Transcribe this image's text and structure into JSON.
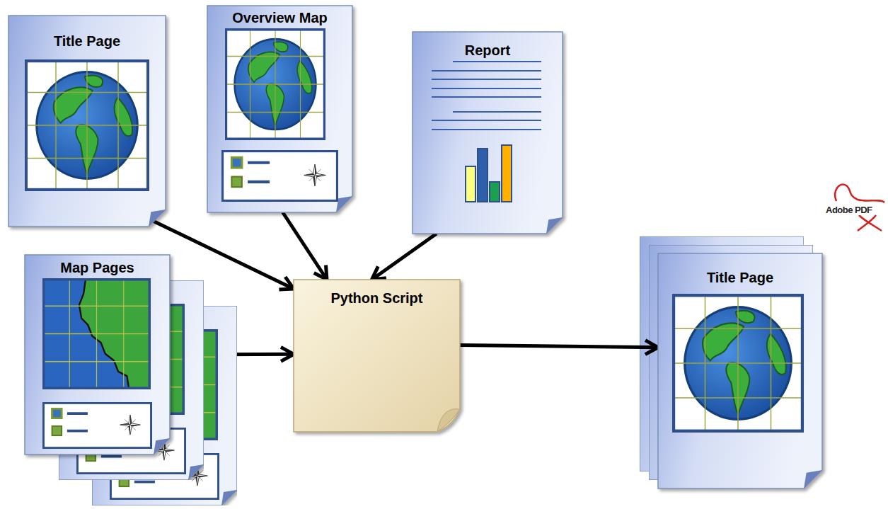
{
  "diagram": {
    "nodes": [
      {
        "text": [
          "Title Page"
        ]
      },
      {
        "text": [
          "Overview Map"
        ]
      },
      {
        "text": [
          "Report"
        ]
      },
      {
        "text": [
          "Map Pages"
        ]
      },
      {
        "text": [
          "Python Script"
        ]
      },
      {
        "text": [
          "Title Page"
        ]
      }
    ],
    "edges": [
      {
        "from": 0,
        "to": 4,
        "arrow": "to"
      },
      {
        "from": 1,
        "to": 4,
        "arrow": "to"
      },
      {
        "from": 2,
        "to": 4,
        "arrow": "to"
      },
      {
        "from": 3,
        "to": 4,
        "arrow": "to"
      },
      {
        "from": 4,
        "to": 5,
        "arrow": "to"
      }
    ],
    "labels": [
      "Adobe PDF"
    ]
  }
}
